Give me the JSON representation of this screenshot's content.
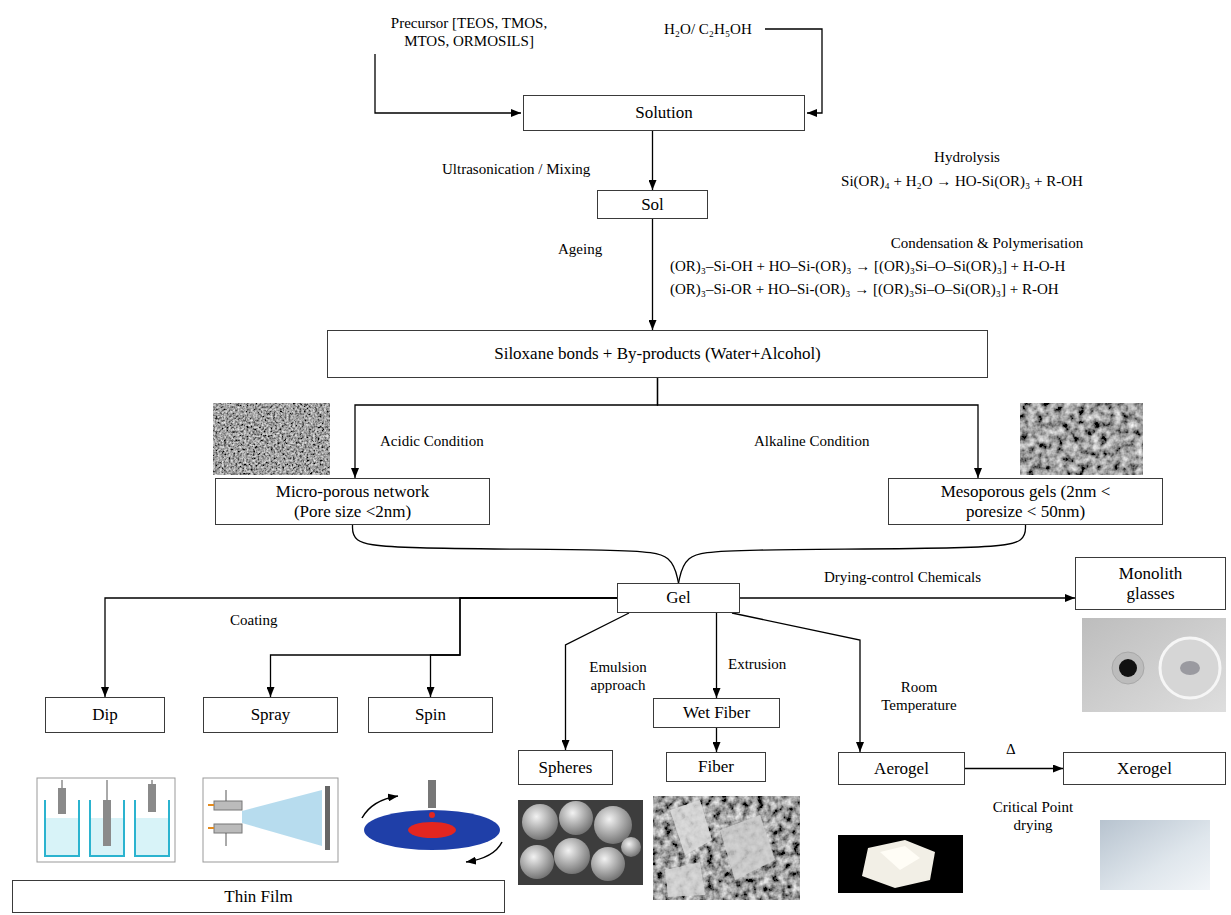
{
  "diagram": {
    "nodes": [
      {
        "text": [
          "Solution"
        ]
      },
      {
        "text": [
          "Sol"
        ]
      },
      {
        "text": [
          "Siloxane bonds + By-products (Water+Alcohol)"
        ]
      },
      {
        "text": [
          "Micro-porous network (Pore size <2nm)"
        ]
      },
      {
        "text": [
          "Mesoporous gels (2nm < poresize < 50nm)"
        ]
      },
      {
        "text": [
          "Gel"
        ]
      },
      {
        "text": [
          "Monolith glasses"
        ]
      },
      {
        "text": [
          "Dip"
        ]
      },
      {
        "text": [
          "Spray"
        ]
      },
      {
        "text": [
          "Spin"
        ]
      },
      {
        "text": [
          "Spheres"
        ]
      },
      {
        "text": [
          "Wet Fiber"
        ]
      },
      {
        "text": [
          "Fiber"
        ]
      },
      {
        "text": [
          "Aerogel"
        ]
      },
      {
        "text": [
          "Xerogel"
        ]
      },
      {
        "text": [
          "Thin Film"
        ]
      }
    ],
    "edges": [
      {
        "from": 0,
        "to": 1,
        "arrow": "to",
        "label": "Ultrasonication / Mixing"
      },
      {
        "from": 1,
        "to": 2,
        "arrow": "to",
        "label": "Ageing"
      },
      {
        "from": 2,
        "to": 3,
        "arrow": "to",
        "label": "Acidic Condition"
      },
      {
        "from": 2,
        "to": 4,
        "arrow": "to",
        "label": "Alkaline Condition"
      },
      {
        "from": 3,
        "to": 5,
        "arrow": "none"
      },
      {
        "from": 4,
        "to": 5,
        "arrow": "none"
      },
      {
        "from": 5,
        "to": 6,
        "arrow": "to",
        "label": "Drying-control Chemicals"
      },
      {
        "from": 5,
        "to": 7,
        "arrow": "to"
      },
      {
        "from": 5,
        "to": 8,
        "arrow": "to"
      },
      {
        "from": 5,
        "to": 9,
        "arrow": "to"
      },
      {
        "from": 5,
        "to": 10,
        "arrow": "to",
        "label": "Emulsion approach"
      },
      {
        "from": 5,
        "to": 11,
        "arrow": "to",
        "label": "Extrusion"
      },
      {
        "from": 11,
        "to": 12,
        "arrow": "to"
      },
      {
        "from": 5,
        "to": 13,
        "arrow": "to",
        "label": "Room Temperature"
      },
      {
        "from": 13,
        "to": 14,
        "arrow": "to",
        "label": "Δ"
      }
    ],
    "labels": [
      "Precursor [TEOS, TMOS, MTOS, ORMOSILS]",
      "H₂O/ C₂H₅OH",
      "Hydrolysis",
      "Si(OR)₄ + H₂O → HO-Si(OR)₃ + R-OH",
      "Condensation & Polymerisation",
      "(OR)₃–Si-OH + HO–Si-(OR)₃ → [(OR)₃Si–O–Si(OR)₃] + H-O-H",
      "(OR)₃–Si-OR + HO–Si-(OR)₃ → [(OR)₃Si–O–Si(OR)₃] + R-OH",
      "Coating",
      "Critical Point drying"
    ]
  }
}
